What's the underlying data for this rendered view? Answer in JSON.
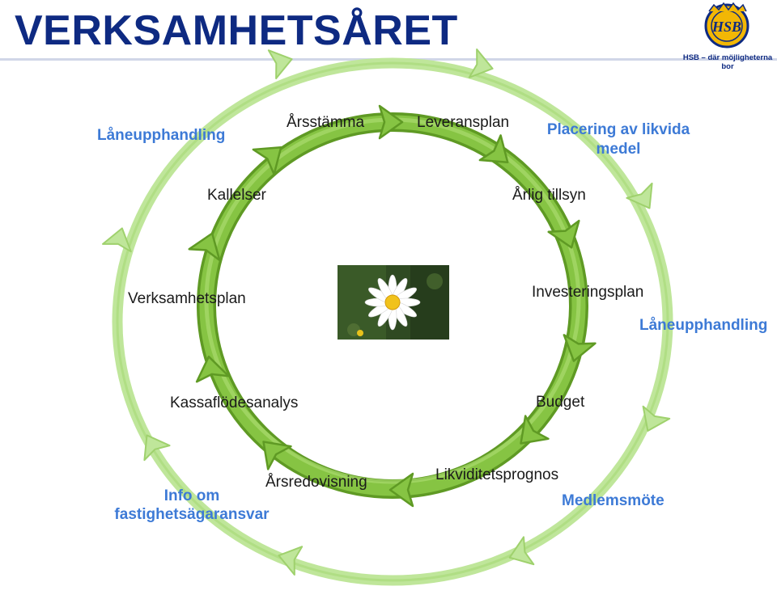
{
  "header": {
    "title": "VERKSAMHETSÅRET",
    "logo_text": "HSB",
    "logo_tagline": "HSB – där möjligheterna bor"
  },
  "colors": {
    "title": "#0e2a82",
    "inner_ring": "#7dba3a",
    "outer_ring": "#b6e28a",
    "outer_label": "#3d7ad6",
    "inner_label": "#1a1a1a"
  },
  "center_image": "daisy-flower-photo",
  "inner_cycle": [
    "Årsstämma",
    "Leveransplan",
    "Årlig tillsyn",
    "Investeringsplan",
    "Budget",
    "Likviditetsprognos",
    "Årsredovisning",
    "Kassaflödesanalys",
    "Verksamhetsplan",
    "Kallelser"
  ],
  "outer_cycle": [
    "Placering av likvida medel",
    "Låneupphandling",
    "Medlemsmöte",
    "Info om fastighetsägaransvar",
    "Låneupphandling"
  ]
}
